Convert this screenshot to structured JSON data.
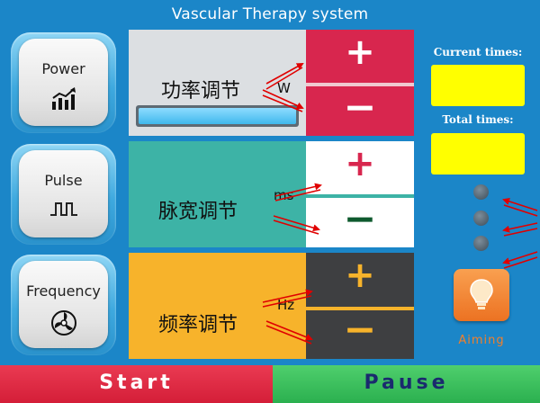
{
  "title": "Vascular Therapy system",
  "side_buttons": [
    {
      "label": "Power",
      "icon": "bar-chart-rising-icon"
    },
    {
      "label": "Pulse",
      "icon": "square-wave-icon"
    },
    {
      "label": "Frequency",
      "icon": "fan-icon"
    }
  ],
  "panels": {
    "power": {
      "label": "功率调节",
      "unit": "W",
      "plus": "+",
      "minus": "−"
    },
    "pulse": {
      "label": "脉宽调节",
      "unit": "ms",
      "plus": "+",
      "minus": "−"
    },
    "frequency": {
      "label": "频率调节",
      "unit": "Hz",
      "plus": "+",
      "minus": "−"
    }
  },
  "right": {
    "current_label": "Current times:",
    "total_label": "Total times:",
    "aiming_label": "Aiming"
  },
  "bottom": {
    "start": "Start",
    "pause": "Pause"
  },
  "colors": {
    "background": "#1b86c8",
    "power_left": "#dcdfe2",
    "power_right": "#d8264e",
    "pulse_left": "#3db3a6",
    "pulse_right": "#ffffff",
    "freq_left": "#f7b32b",
    "freq_right": "#3e3f41",
    "display_yellow": "#ffff00",
    "start": "#e2223f",
    "pause": "#33c15a",
    "aiming": "#f27f2b",
    "arrow_red": "#e00000"
  }
}
